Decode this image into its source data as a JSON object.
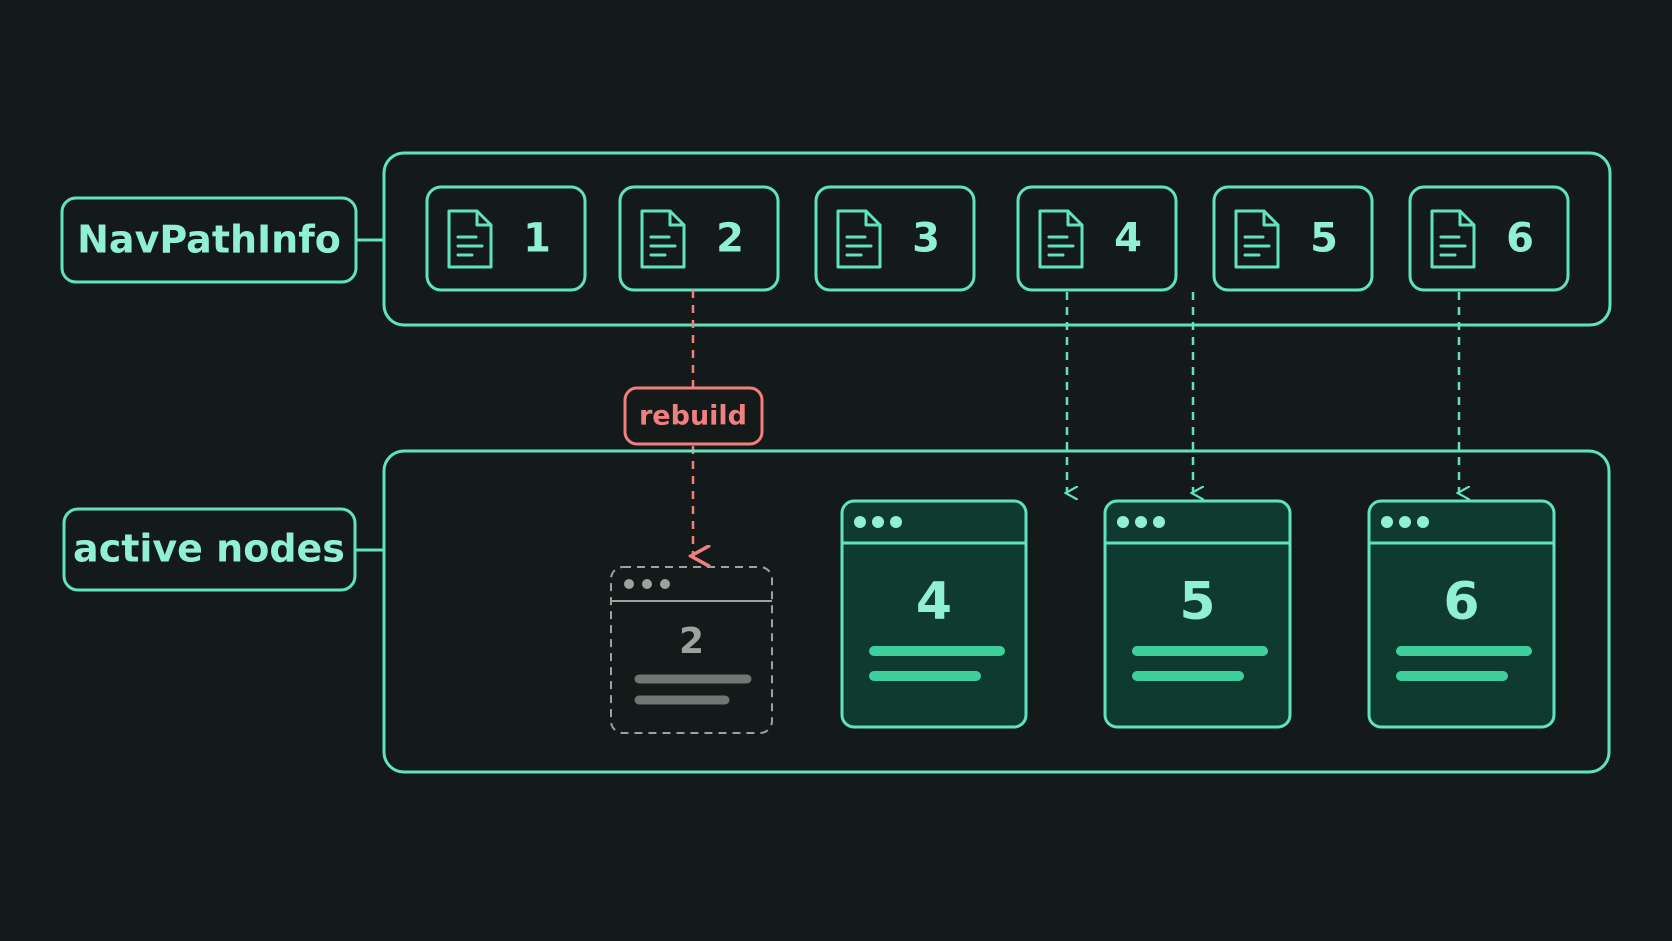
{
  "colors": {
    "background": "#141a19",
    "accent": "#5fe3bf",
    "accent_text": "#8ff0d4",
    "panel_fill": "#0f3a30",
    "line_fill": "#3fcf9c",
    "rebuild": "#f07f7f",
    "ghost": "#9aa3a0"
  },
  "labels": {
    "nav_path_info": "NavPathInfo",
    "active_nodes": "active nodes",
    "rebuild": "rebuild"
  },
  "path_entries": [
    {
      "label": "1",
      "icon": "document-icon"
    },
    {
      "label": "2",
      "icon": "document-icon"
    },
    {
      "label": "3",
      "icon": "document-icon"
    },
    {
      "label": "4",
      "icon": "document-icon"
    },
    {
      "label": "5",
      "icon": "document-icon"
    },
    {
      "label": "6",
      "icon": "document-icon"
    }
  ],
  "nodes": [
    {
      "label": "2",
      "state": "rebuilt"
    },
    {
      "label": "4",
      "state": "active"
    },
    {
      "label": "5",
      "state": "active"
    },
    {
      "label": "6",
      "state": "active"
    }
  ]
}
